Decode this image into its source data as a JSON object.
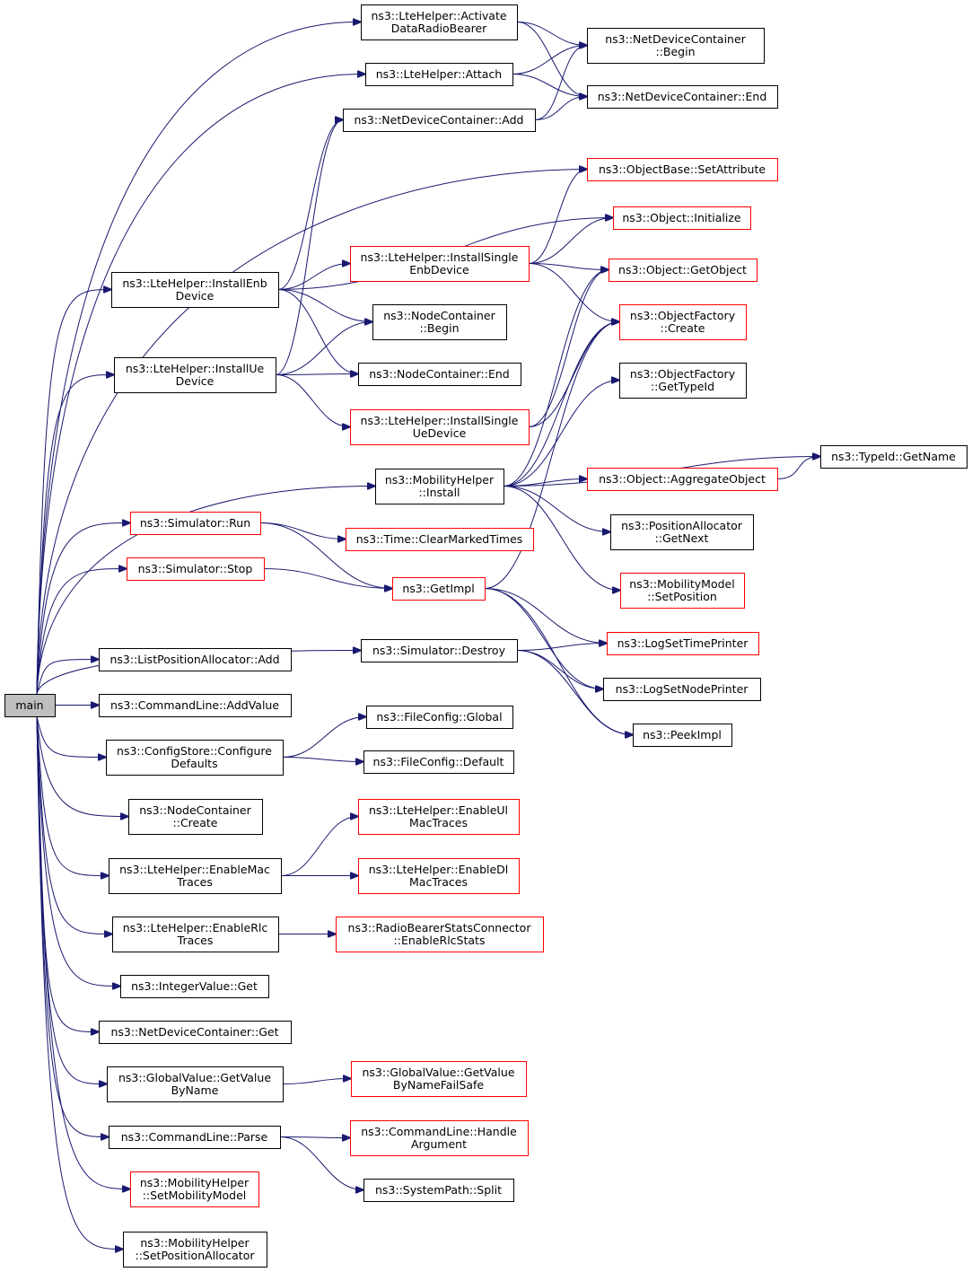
{
  "colors": {
    "edge": "#191970",
    "root_fill": "#bfbfbf",
    "default_border": "#000000",
    "incomplete_border": "#ff0000"
  },
  "nodes": [
    {
      "id": "main",
      "lines": [
        "main"
      ],
      "border": "root"
    },
    {
      "id": "activate",
      "lines": [
        "ns3::LteHelper::Activate",
        "DataRadioBearer"
      ],
      "border": "black"
    },
    {
      "id": "attach",
      "lines": [
        "ns3::LteHelper::Attach"
      ],
      "border": "black"
    },
    {
      "id": "ndcAdd",
      "lines": [
        "ns3::NetDeviceContainer::Add"
      ],
      "border": "black"
    },
    {
      "id": "ndcBegin",
      "lines": [
        "ns3::NetDeviceContainer",
        "::Begin"
      ],
      "border": "black"
    },
    {
      "id": "ndcEnd",
      "lines": [
        "ns3::NetDeviceContainer::End"
      ],
      "border": "black"
    },
    {
      "id": "setAttr",
      "lines": [
        "ns3::ObjectBase::SetAttribute"
      ],
      "border": "red"
    },
    {
      "id": "objInit",
      "lines": [
        "ns3::Object::Initialize"
      ],
      "border": "red"
    },
    {
      "id": "installSingleEnb",
      "lines": [
        "ns3::LteHelper::InstallSingle",
        "EnbDevice"
      ],
      "border": "red"
    },
    {
      "id": "objGetObject",
      "lines": [
        "ns3::Object::GetObject"
      ],
      "border": "red"
    },
    {
      "id": "installEnb",
      "lines": [
        "ns3::LteHelper::InstallEnb",
        "Device"
      ],
      "border": "black"
    },
    {
      "id": "ncBegin",
      "lines": [
        "ns3::NodeContainer",
        "::Begin"
      ],
      "border": "black"
    },
    {
      "id": "objFactCreate",
      "lines": [
        "ns3::ObjectFactory",
        "::Create"
      ],
      "border": "red"
    },
    {
      "id": "installUe",
      "lines": [
        "ns3::LteHelper::InstallUe",
        "Device"
      ],
      "border": "black"
    },
    {
      "id": "ncEnd",
      "lines": [
        "ns3::NodeContainer::End"
      ],
      "border": "black"
    },
    {
      "id": "objFactTypeId",
      "lines": [
        "ns3::ObjectFactory",
        "::GetTypeId"
      ],
      "border": "black"
    },
    {
      "id": "installSingleUe",
      "lines": [
        "ns3::LteHelper::InstallSingle",
        "UeDevice"
      ],
      "border": "red"
    },
    {
      "id": "typeIdName",
      "lines": [
        "ns3::TypeId::GetName"
      ],
      "border": "black"
    },
    {
      "id": "mobInstall",
      "lines": [
        "ns3::MobilityHelper",
        "::Install"
      ],
      "border": "black"
    },
    {
      "id": "aggObj",
      "lines": [
        "ns3::Object::AggregateObject"
      ],
      "border": "red"
    },
    {
      "id": "posAllocNext",
      "lines": [
        "ns3::PositionAllocator",
        "::GetNext"
      ],
      "border": "black"
    },
    {
      "id": "simRun",
      "lines": [
        "ns3::Simulator::Run"
      ],
      "border": "red"
    },
    {
      "id": "clearMarked",
      "lines": [
        "ns3::Time::ClearMarkedTimes"
      ],
      "border": "red"
    },
    {
      "id": "simStop",
      "lines": [
        "ns3::Simulator::Stop"
      ],
      "border": "red"
    },
    {
      "id": "getImpl",
      "lines": [
        "ns3::GetImpl"
      ],
      "border": "red"
    },
    {
      "id": "mobSetPos",
      "lines": [
        "ns3::MobilityModel",
        "::SetPosition"
      ],
      "border": "red"
    },
    {
      "id": "logTime",
      "lines": [
        "ns3::LogSetTimePrinter"
      ],
      "border": "red"
    },
    {
      "id": "simDestroy",
      "lines": [
        "ns3::Simulator::Destroy"
      ],
      "border": "black"
    },
    {
      "id": "listPosAdd",
      "lines": [
        "ns3::ListPositionAllocator::Add"
      ],
      "border": "black"
    },
    {
      "id": "logNode",
      "lines": [
        "ns3::LogSetNodePrinter"
      ],
      "border": "black"
    },
    {
      "id": "cmdAddValue",
      "lines": [
        "ns3::CommandLine::AddValue"
      ],
      "border": "black"
    },
    {
      "id": "peekImpl",
      "lines": [
        "ns3::PeekImpl"
      ],
      "border": "black"
    },
    {
      "id": "fcGlobal",
      "lines": [
        "ns3::FileConfig::Global"
      ],
      "border": "black"
    },
    {
      "id": "configDefaults",
      "lines": [
        "ns3::ConfigStore::Configure",
        "Defaults"
      ],
      "border": "black"
    },
    {
      "id": "fcDefault",
      "lines": [
        "ns3::FileConfig::Default"
      ],
      "border": "black"
    },
    {
      "id": "ncCreate",
      "lines": [
        "ns3::NodeContainer",
        "::Create"
      ],
      "border": "black"
    },
    {
      "id": "enableUlMac",
      "lines": [
        "ns3::LteHelper::EnableUl",
        "MacTraces"
      ],
      "border": "red"
    },
    {
      "id": "enableMac",
      "lines": [
        "ns3::LteHelper::EnableMac",
        "Traces"
      ],
      "border": "black"
    },
    {
      "id": "enableDlMac",
      "lines": [
        "ns3::LteHelper::EnableDl",
        "MacTraces"
      ],
      "border": "red"
    },
    {
      "id": "enableRlc",
      "lines": [
        "ns3::LteHelper::EnableRlc",
        "Traces"
      ],
      "border": "black"
    },
    {
      "id": "rbStats",
      "lines": [
        "ns3::RadioBearerStatsConnector",
        "::EnableRlcStats"
      ],
      "border": "red"
    },
    {
      "id": "intGet",
      "lines": [
        "ns3::IntegerValue::Get"
      ],
      "border": "black"
    },
    {
      "id": "ndcGet",
      "lines": [
        "ns3::NetDeviceContainer::Get"
      ],
      "border": "black"
    },
    {
      "id": "gvGetByName",
      "lines": [
        "ns3::GlobalValue::GetValue",
        "ByName"
      ],
      "border": "black"
    },
    {
      "id": "gvFailSafe",
      "lines": [
        "ns3::GlobalValue::GetValue",
        "ByNameFailSafe"
      ],
      "border": "red"
    },
    {
      "id": "cmdParse",
      "lines": [
        "ns3::CommandLine::Parse"
      ],
      "border": "black"
    },
    {
      "id": "cmdHandle",
      "lines": [
        "ns3::CommandLine::Handle",
        "Argument"
      ],
      "border": "red"
    },
    {
      "id": "mobSetModel",
      "lines": [
        "ns3::MobilityHelper",
        "::SetMobilityModel"
      ],
      "border": "red"
    },
    {
      "id": "sysSplit",
      "lines": [
        "ns3::SystemPath::Split"
      ],
      "border": "black"
    },
    {
      "id": "mobSetAlloc",
      "lines": [
        "ns3::MobilityHelper",
        "::SetPositionAllocator"
      ],
      "border": "black"
    }
  ],
  "edges": [
    [
      "main",
      "activate"
    ],
    [
      "main",
      "attach"
    ],
    [
      "main",
      "setAttr"
    ],
    [
      "main",
      "installEnb"
    ],
    [
      "main",
      "installUe"
    ],
    [
      "main",
      "mobInstall"
    ],
    [
      "main",
      "simRun"
    ],
    [
      "main",
      "simStop"
    ],
    [
      "main",
      "simDestroy"
    ],
    [
      "main",
      "listPosAdd"
    ],
    [
      "main",
      "cmdAddValue"
    ],
    [
      "main",
      "configDefaults"
    ],
    [
      "main",
      "ncCreate"
    ],
    [
      "main",
      "enableMac"
    ],
    [
      "main",
      "enableRlc"
    ],
    [
      "main",
      "intGet"
    ],
    [
      "main",
      "ndcGet"
    ],
    [
      "main",
      "gvGetByName"
    ],
    [
      "main",
      "cmdParse"
    ],
    [
      "main",
      "mobSetModel"
    ],
    [
      "main",
      "mobSetAlloc"
    ],
    [
      "activate",
      "ndcBegin"
    ],
    [
      "activate",
      "ndcEnd"
    ],
    [
      "attach",
      "ndcBegin"
    ],
    [
      "attach",
      "ndcEnd"
    ],
    [
      "ndcAdd",
      "ndcBegin"
    ],
    [
      "ndcAdd",
      "ndcEnd"
    ],
    [
      "installEnb",
      "ndcAdd"
    ],
    [
      "installEnb",
      "objInit"
    ],
    [
      "installEnb",
      "installSingleEnb"
    ],
    [
      "installEnb",
      "ncBegin"
    ],
    [
      "installEnb",
      "ncEnd"
    ],
    [
      "installSingleEnb",
      "setAttr"
    ],
    [
      "installSingleEnb",
      "objInit"
    ],
    [
      "installSingleEnb",
      "objGetObject"
    ],
    [
      "installSingleEnb",
      "objFactCreate"
    ],
    [
      "installUe",
      "ndcAdd"
    ],
    [
      "installUe",
      "ncBegin"
    ],
    [
      "installUe",
      "ncEnd"
    ],
    [
      "installUe",
      "installSingleUe"
    ],
    [
      "installSingleUe",
      "objGetObject"
    ],
    [
      "installSingleUe",
      "objFactCreate"
    ],
    [
      "mobInstall",
      "objGetObject"
    ],
    [
      "mobInstall",
      "objFactCreate"
    ],
    [
      "mobInstall",
      "objFactTypeId"
    ],
    [
      "mobInstall",
      "typeIdName"
    ],
    [
      "mobInstall",
      "aggObj"
    ],
    [
      "mobInstall",
      "posAllocNext"
    ],
    [
      "mobInstall",
      "mobSetPos"
    ],
    [
      "aggObj",
      "typeIdName"
    ],
    [
      "simRun",
      "clearMarked"
    ],
    [
      "simRun",
      "getImpl"
    ],
    [
      "simStop",
      "getImpl"
    ],
    [
      "getImpl",
      "objFactCreate"
    ],
    [
      "getImpl",
      "logTime"
    ],
    [
      "getImpl",
      "logNode"
    ],
    [
      "getImpl",
      "peekImpl"
    ],
    [
      "simDestroy",
      "logTime"
    ],
    [
      "simDestroy",
      "logNode"
    ],
    [
      "simDestroy",
      "peekImpl"
    ],
    [
      "configDefaults",
      "fcGlobal"
    ],
    [
      "configDefaults",
      "fcDefault"
    ],
    [
      "enableMac",
      "enableUlMac"
    ],
    [
      "enableMac",
      "enableDlMac"
    ],
    [
      "enableRlc",
      "rbStats"
    ],
    [
      "gvGetByName",
      "gvFailSafe"
    ],
    [
      "cmdParse",
      "cmdHandle"
    ],
    [
      "cmdParse",
      "sysSplit"
    ]
  ]
}
